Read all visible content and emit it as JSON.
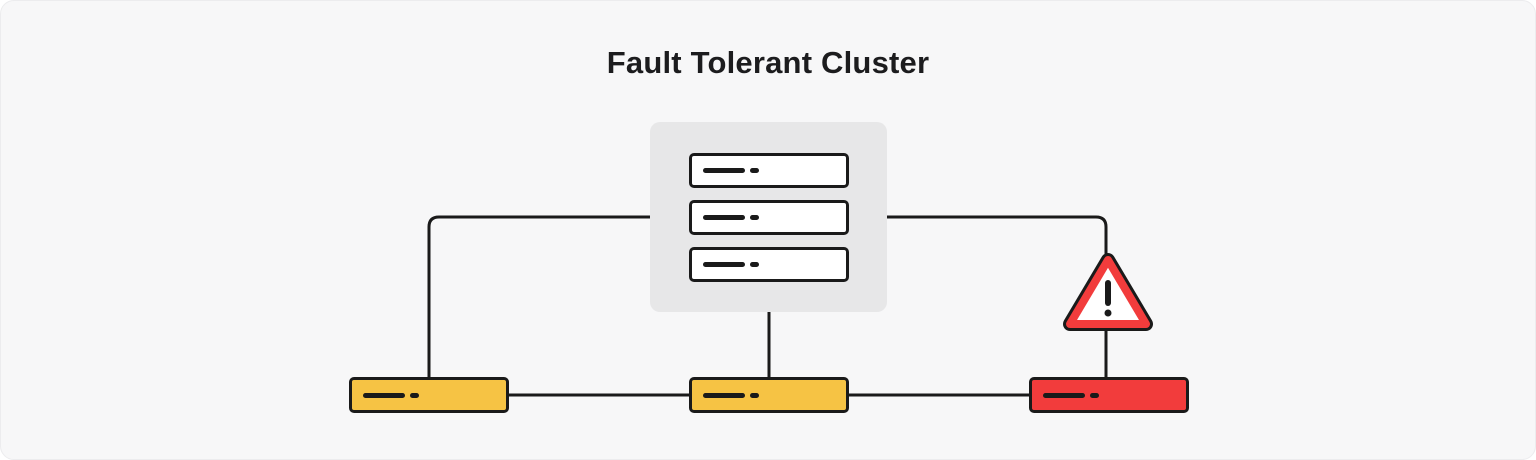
{
  "title": "Fault Tolerant Cluster",
  "cluster": {
    "label": "server-stack",
    "servers": [
      {
        "name": "server-1"
      },
      {
        "name": "server-2"
      },
      {
        "name": "server-3"
      }
    ]
  },
  "nodes": [
    {
      "name": "node-left",
      "fill": "#F6C344"
    },
    {
      "name": "node-center",
      "fill": "#F6C344"
    },
    {
      "name": "node-right",
      "fill": "#F23C3C"
    }
  ],
  "warning_icon": {
    "name": "warning-triangle-icon",
    "color": "#F23C3C"
  },
  "colors": {
    "background": "#F7F7F8",
    "cluster_box": "#E7E7E8",
    "stroke": "#1A1A1A",
    "amber": "#F6C344",
    "red": "#F23C3C"
  }
}
